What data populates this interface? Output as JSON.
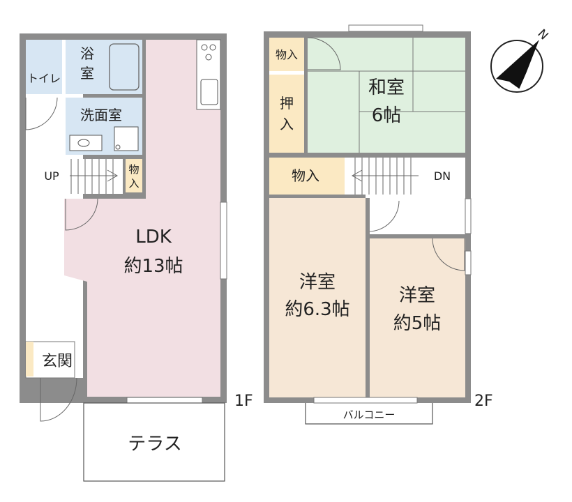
{
  "floor1": {
    "floor_label": "1F",
    "toilet": "トイレ",
    "bath": [
      "浴",
      "室"
    ],
    "washroom": "洗面室",
    "up": "UP",
    "storage": [
      "物",
      "入"
    ],
    "ldk_name": "LDK",
    "ldk_size": "約13帖",
    "entrance": "玄関",
    "terrace": "テラス"
  },
  "floor2": {
    "floor_label": "2F",
    "storage_top": "物入",
    "oshiire": [
      "押",
      "入"
    ],
    "washitsu_name": "和室",
    "washitsu_size": "6帖",
    "storage_mid": "物入",
    "dn": "DN",
    "western1_name": "洋室",
    "western1_size": "約6.3帖",
    "western2_name": "洋室",
    "western2_size": "約5帖",
    "balcony": "バルコニー"
  },
  "compass": {
    "north": "N"
  },
  "colors": {
    "wall": "#8c8c8c",
    "ldk": "#f2dfe3",
    "water": "#d7e6f3",
    "storage": "#fbe9c3",
    "tatami": "#dff0df",
    "western": "#f6e7d6"
  }
}
